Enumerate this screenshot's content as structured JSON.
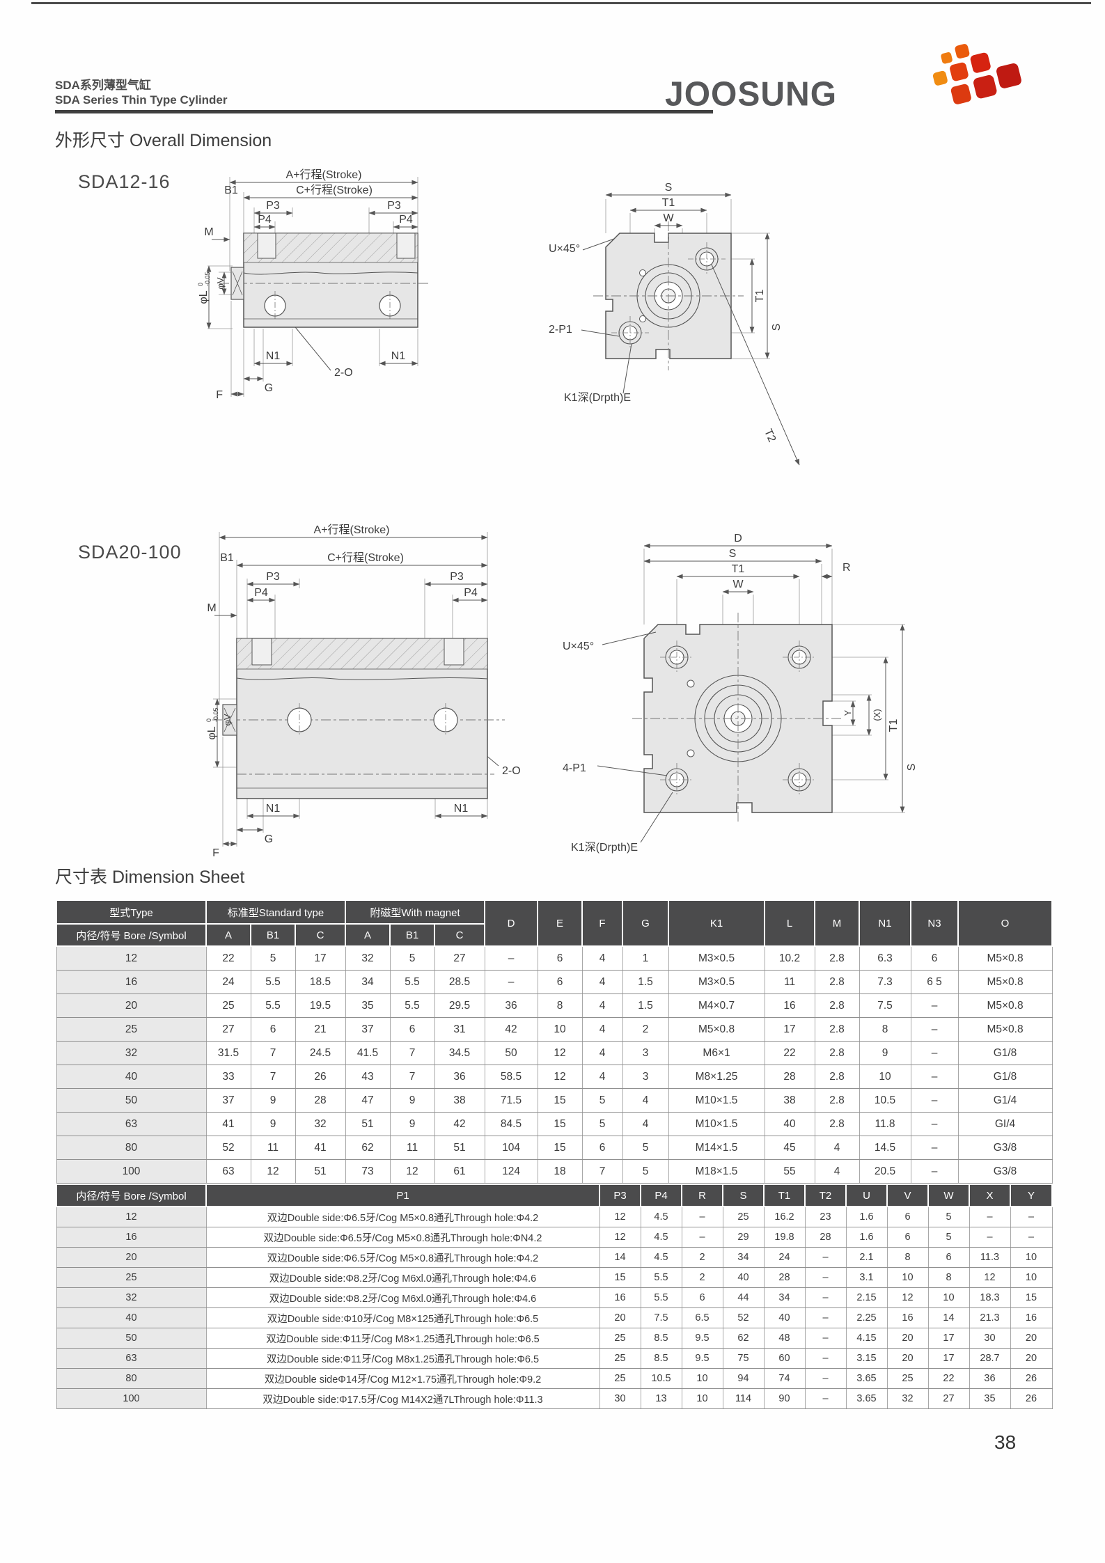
{
  "header": {
    "title_cn": "SDA系列薄型气缸",
    "title_en": "SDA Series Thin Type Cylinder",
    "logo": "JOOSUNG"
  },
  "colors": {
    "logo_red": "#d6231a",
    "table_header_dark": "#4b4b4c"
  },
  "sections": {
    "overall": "外形尺寸 Overall Dimension",
    "sheet": "尺寸表 Dimension Sheet"
  },
  "models": {
    "d1": "SDA12-16",
    "d2": "SDA20-100"
  },
  "dim": {
    "a_stroke": "A+行程(Stroke)",
    "c_stroke": "C+行程(Stroke)",
    "b1": "B1",
    "p3": "P3",
    "p4": "P4",
    "m": "M",
    "phi_l": "φL",
    "tol_sup": "0",
    "tol_sub": "-0.05",
    "phi_v": "φV",
    "n1": "N1",
    "g": "G",
    "f": "F",
    "two_o": "2-O",
    "s": "S",
    "t1": "T1",
    "w": "W",
    "u45": "U×45°",
    "two_p1": "2-P1",
    "four_p1": "4-P1",
    "k1_depth": "K1深(Drpth)E",
    "t2": "T2",
    "d": "D",
    "r": "R",
    "y": "Y",
    "x_paren": "(X)"
  },
  "table1": {
    "h_type": "型式Type",
    "h_bore": "内径/符号 Bore /Symbol",
    "h_standard": "标准型Standard type",
    "h_magnet": "附磁型With magnet",
    "sub_cols": [
      "A",
      "B1",
      "C",
      "A",
      "B1",
      "C"
    ],
    "cols": [
      "D",
      "E",
      "F",
      "G",
      "K1",
      "L",
      "M",
      "N1",
      "N3",
      "O"
    ],
    "rows": [
      [
        "12",
        "22",
        "5",
        "17",
        "32",
        "5",
        "27",
        "–",
        "6",
        "4",
        "1",
        "M3×0.5",
        "10.2",
        "2.8",
        "6.3",
        "6",
        "M5×0.8"
      ],
      [
        "16",
        "24",
        "5.5",
        "18.5",
        "34",
        "5.5",
        "28.5",
        "–",
        "6",
        "4",
        "1.5",
        "M3×0.5",
        "11",
        "2.8",
        "7.3",
        "6 5",
        "M5×0.8"
      ],
      [
        "20",
        "25",
        "5.5",
        "19.5",
        "35",
        "5.5",
        "29.5",
        "36",
        "8",
        "4",
        "1.5",
        "M4×0.7",
        "16",
        "2.8",
        "7.5",
        "–",
        "M5×0.8"
      ],
      [
        "25",
        "27",
        "6",
        "21",
        "37",
        "6",
        "31",
        "42",
        "10",
        "4",
        "2",
        "M5×0.8",
        "17",
        "2.8",
        "8",
        "–",
        "M5×0.8"
      ],
      [
        "32",
        "31.5",
        "7",
        "24.5",
        "41.5",
        "7",
        "34.5",
        "50",
        "12",
        "4",
        "3",
        "M6×1",
        "22",
        "2.8",
        "9",
        "–",
        "G1/8"
      ],
      [
        "40",
        "33",
        "7",
        "26",
        "43",
        "7",
        "36",
        "58.5",
        "12",
        "4",
        "3",
        "M8×1.25",
        "28",
        "2.8",
        "10",
        "–",
        "G1/8"
      ],
      [
        "50",
        "37",
        "9",
        "28",
        "47",
        "9",
        "38",
        "71.5",
        "15",
        "5",
        "4",
        "M10×1.5",
        "38",
        "2.8",
        "10.5",
        "–",
        "G1/4"
      ],
      [
        "63",
        "41",
        "9",
        "32",
        "51",
        "9",
        "42",
        "84.5",
        "15",
        "5",
        "4",
        "M10×1.5",
        "40",
        "2.8",
        "11.8",
        "–",
        "GI/4"
      ],
      [
        "80",
        "52",
        "11",
        "41",
        "62",
        "11",
        "51",
        "104",
        "15",
        "6",
        "5",
        "M14×1.5",
        "45",
        "4",
        "14.5",
        "–",
        "G3/8"
      ],
      [
        "100",
        "63",
        "12",
        "51",
        "73",
        "12",
        "61",
        "124",
        "18",
        "7",
        "5",
        "M18×1.5",
        "55",
        "4",
        "20.5",
        "–",
        "G3/8"
      ]
    ]
  },
  "table2": {
    "h_bore": "内径/符号 Bore /Symbol",
    "h_p1": "P1",
    "cols": [
      "P3",
      "P4",
      "R",
      "S",
      "T1",
      "T2",
      "U",
      "V",
      "W",
      "X",
      "Y"
    ],
    "rows": [
      [
        "12",
        "双边Double side:Φ6.5牙/Cog M5×0.8通孔Through hole:Φ4.2",
        "12",
        "4.5",
        "–",
        "25",
        "16.2",
        "23",
        "1.6",
        "6",
        "5",
        "–",
        "–"
      ],
      [
        "16",
        "双边Double side:Φ6.5牙/Cog M5×0.8通孔Through hole:ΦN4.2",
        "12",
        "4.5",
        "–",
        "29",
        "19.8",
        "28",
        "1.6",
        "6",
        "5",
        "–",
        "–"
      ],
      [
        "20",
        "双边Double side:Φ6.5牙/Cog M5×0.8通孔Through hole:Φ4.2",
        "14",
        "4.5",
        "2",
        "34",
        "24",
        "–",
        "2.1",
        "8",
        "6",
        "11.3",
        "10"
      ],
      [
        "25",
        "双边Double side:Φ8.2牙/Cog M6xl.0通孔Through hole:Φ4.6",
        "15",
        "5.5",
        "2",
        "40",
        "28",
        "–",
        "3.1",
        "10",
        "8",
        "12",
        "10"
      ],
      [
        "32",
        "双边Double side:Φ8.2牙/Cog M6xl.0通孔Through hole:Φ4.6",
        "16",
        "5.5",
        "6",
        "44",
        "34",
        "–",
        "2.15",
        "12",
        "10",
        "18.3",
        "15"
      ],
      [
        "40",
        "双边Double side:Φ10牙/Cog M8×125通孔Through hole:Φ6.5",
        "20",
        "7.5",
        "6.5",
        "52",
        "40",
        "–",
        "2.25",
        "16",
        "14",
        "21.3",
        "16"
      ],
      [
        "50",
        "双边Double side:Φ11牙/Cog M8×1.25通孔Through hole:Φ6.5",
        "25",
        "8.5",
        "9.5",
        "62",
        "48",
        "–",
        "4.15",
        "20",
        "17",
        "30",
        "20"
      ],
      [
        "63",
        "双边Double side:Φ11牙/Cog M8x1.25通孔Through hole:Φ6.5",
        "25",
        "8.5",
        "9.5",
        "75",
        "60",
        "–",
        "3.15",
        "20",
        "17",
        "28.7",
        "20"
      ],
      [
        "80",
        "双边Double sideΦ14牙/Cog M12×1.75通孔Through hole:Φ9.2",
        "25",
        "10.5",
        "10",
        "94",
        "74",
        "–",
        "3.65",
        "25",
        "22",
        "36",
        "26"
      ],
      [
        "100",
        "双边Double side:Φ17.5牙/Cog M14X2通7LThrough hole:Φ11.3",
        "30",
        "13",
        "10",
        "114",
        "90",
        "–",
        "3.65",
        "32",
        "27",
        "35",
        "26"
      ]
    ]
  },
  "page": {
    "number": "38"
  }
}
